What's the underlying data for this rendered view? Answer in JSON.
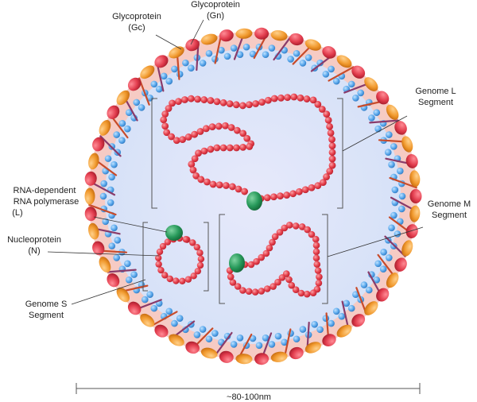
{
  "labels": {
    "gc_line1": "Glycoprotein",
    "gc_line2": "(Gc)",
    "gn_line1": "Glycoprotein",
    "gn_line2": "(Gn)",
    "genome_l_line1": "Genome L",
    "genome_l_line2": "Segment",
    "genome_m_line1": "Genome M",
    "genome_m_line2": "Segment",
    "rdrp_line1": "RNA-dependent",
    "rdrp_line2": "RNA polymerase",
    "rdrp_line3": "(L)",
    "np_line1": "Nucleoprotein",
    "np_line2": "(N)",
    "genome_s_line1": "Genome S",
    "genome_s_line2": "Segment",
    "scale": "~80-100nm"
  },
  "colors": {
    "glycoprotein_red": "#e23d4e",
    "glycoprotein_orange": "#f19a2f",
    "lipid_head": "#5aa8ec",
    "spike": "#c84b2a",
    "interior": "#dfe6fb",
    "rna_bead": "#e8434f",
    "polymerase": "#27995a",
    "bracket": "#555555"
  },
  "icons": {
    "glycoprotein": "ellipse-blob",
    "lipid": "circle",
    "nucleoprotein": "circle-bead",
    "polymerase": "green-blob"
  }
}
